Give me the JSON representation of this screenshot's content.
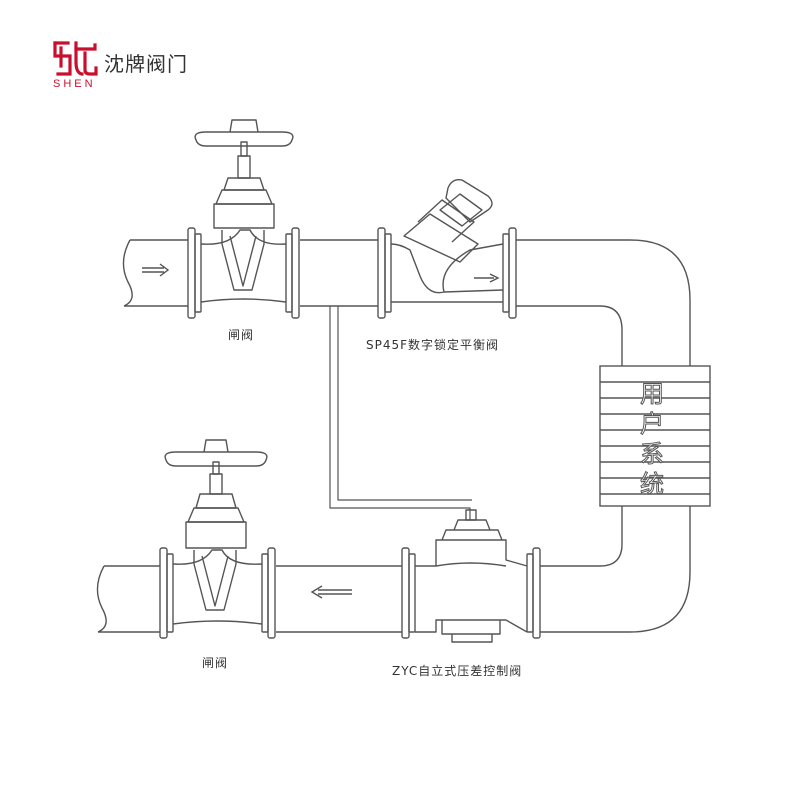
{
  "brand": {
    "name_cn": "沈牌阀门",
    "name_en": "SHEN",
    "color": "#c8102e"
  },
  "labels": {
    "gate_valve_top": "闸阀",
    "balance_valve": "SP45F数字锁定平衡阀",
    "gate_valve_bottom": "闸阀",
    "diff_pressure_valve": "ZYC自立式压差控制阀"
  },
  "user_system": {
    "chars": [
      "用",
      "户",
      "系",
      "统"
    ]
  },
  "colors": {
    "line": "#555555",
    "fill": "#ffffff"
  }
}
